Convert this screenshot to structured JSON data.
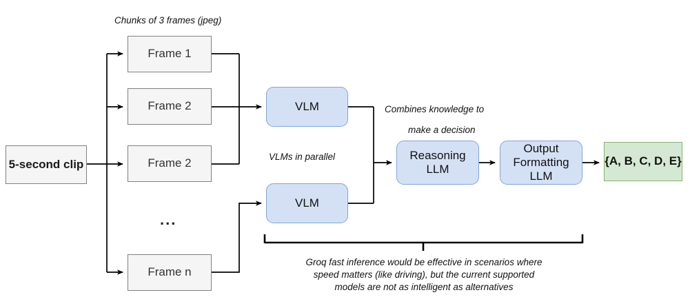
{
  "diagram": {
    "title_caption": "Chunks of 3 frames (jpeg)",
    "nodes": {
      "clip": {
        "label": "5-second clip"
      },
      "frame1": {
        "label": "Frame 1"
      },
      "frame2": {
        "label": "Frame 2"
      },
      "frame3": {
        "label": "Frame 2"
      },
      "frame_n": {
        "label": "Frame n"
      },
      "ellipsis": {
        "label": "..."
      },
      "vlm_top": {
        "label": "VLM"
      },
      "vlm_bottom": {
        "label": "VLM"
      },
      "reasoning_llm": {
        "label": "Reasoning LLM"
      },
      "output_llm_line1": "Output",
      "output_llm_line2": "Formatting LLM",
      "result": {
        "label": "{A, B, C, D, E}"
      }
    },
    "captions": {
      "vlms_parallel": "VLMs in parallel",
      "combines_line1": "Combines knowledge to",
      "combines_line2": "make a decision",
      "footnote_line1": "Groq fast inference would be effective in scenarios where",
      "footnote_line2": "speed matters (like driving), but the current supported",
      "footnote_line3": "models are not as intelligent as alternatives"
    },
    "colors": {
      "gray_fill": "#f5f5f5",
      "gray_stroke": "#808080",
      "blue_fill": "#d4e1f5",
      "blue_stroke": "#7ea6d9",
      "green_fill": "#d5e8d4",
      "green_stroke": "#82b366",
      "wire": "#000000"
    }
  }
}
